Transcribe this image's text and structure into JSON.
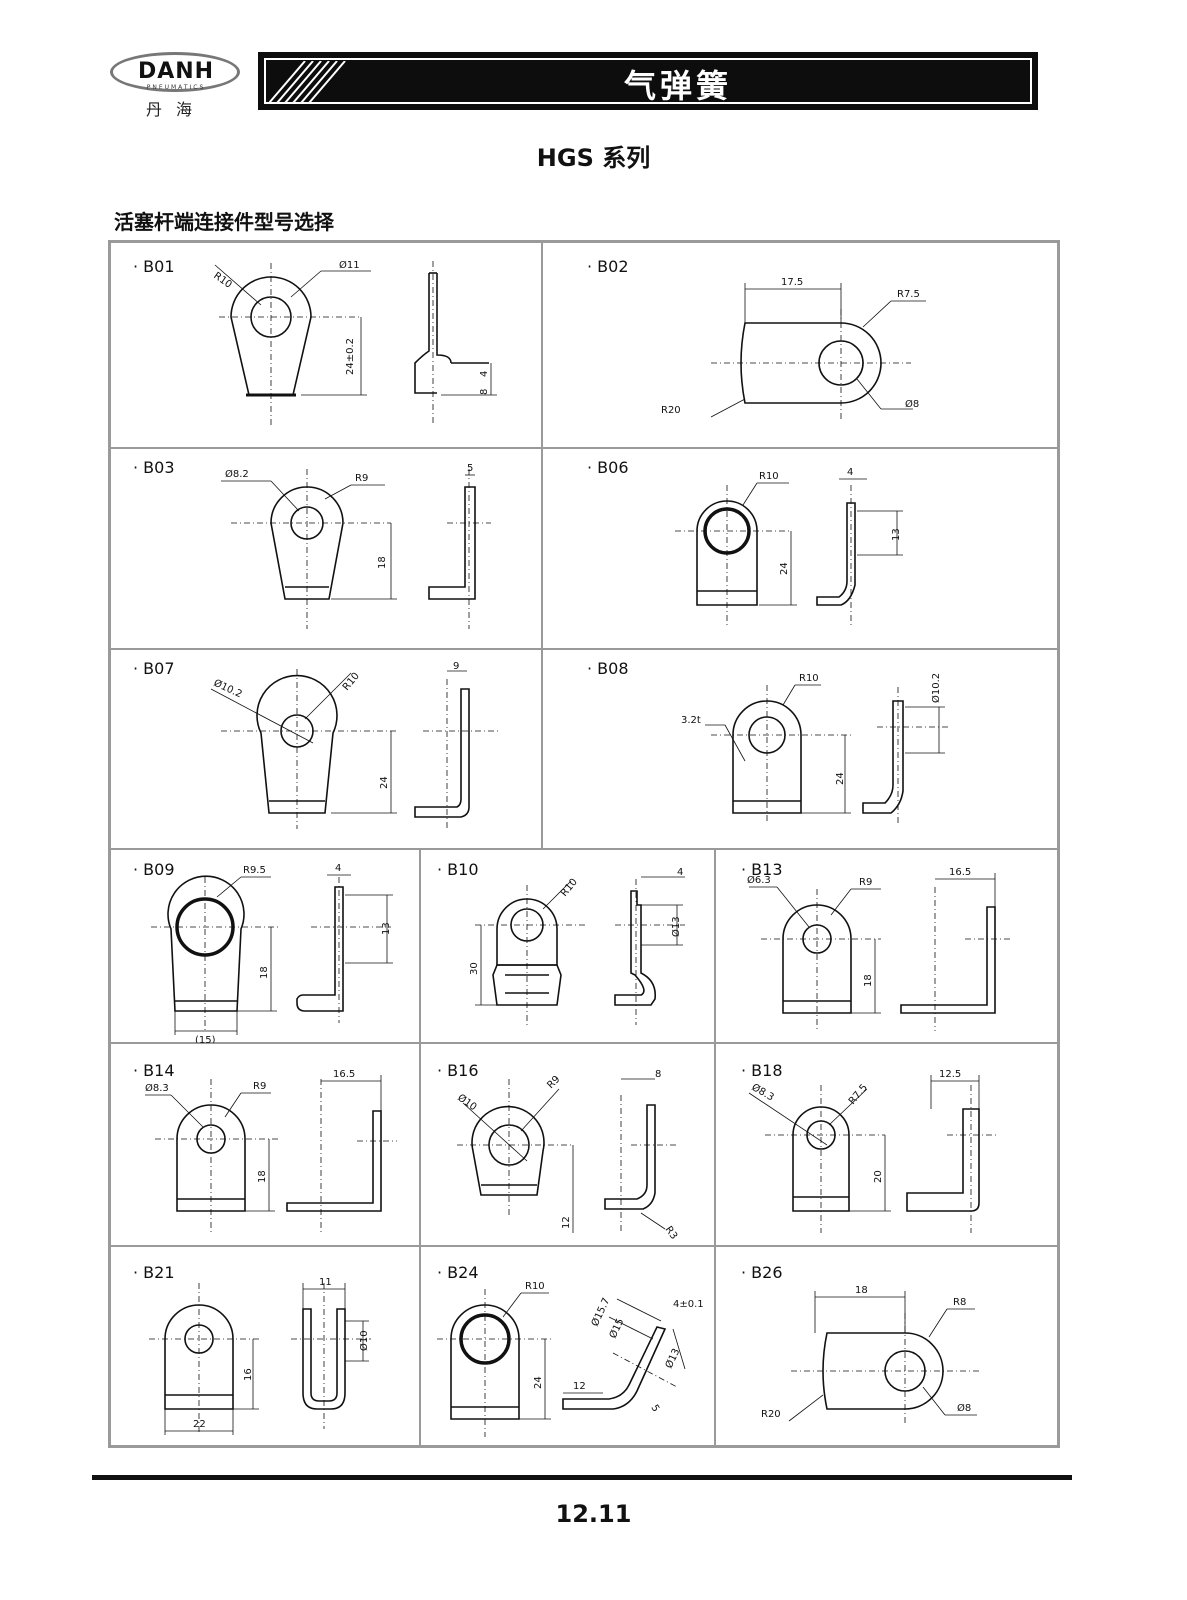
{
  "logo": {
    "mark": "DANH",
    "sub": "PNEUMATICS",
    "cn": "丹海"
  },
  "banner": {
    "title": "气弹簧"
  },
  "series": "HGS 系列",
  "section_title": "活塞杆端连接件型号选择",
  "parts": {
    "B01": {
      "label": "· B01",
      "dims": [
        "R10",
        "Ø11",
        "24±0.2",
        "4",
        "8"
      ]
    },
    "B02": {
      "label": "· B02",
      "dims": [
        "17.5",
        "R7.5",
        "R20",
        "Ø8"
      ]
    },
    "B03": {
      "label": "· B03",
      "dims": [
        "Ø8.2",
        "R9",
        "5",
        "18"
      ]
    },
    "B06": {
      "label": "· B06",
      "dims": [
        "R10",
        "4",
        "13",
        "24"
      ]
    },
    "B07": {
      "label": "· B07",
      "dims": [
        "Ø10.2",
        "R10",
        "9",
        "24"
      ]
    },
    "B08": {
      "label": "· B08",
      "dims": [
        "R10",
        "3.2t",
        "Ø10.2",
        "24"
      ]
    },
    "B09": {
      "label": "· B09",
      "dims": [
        "R9.5",
        "4",
        "13",
        "18",
        "(15)"
      ]
    },
    "B10": {
      "label": "· B10",
      "dims": [
        "R10",
        "4",
        "Ø13",
        "30"
      ]
    },
    "B13": {
      "label": "· B13",
      "dims": [
        "Ø6.3",
        "R9",
        "16.5",
        "18"
      ]
    },
    "B14": {
      "label": "· B14",
      "dims": [
        "Ø8.3",
        "R9",
        "16.5",
        "18"
      ]
    },
    "B16": {
      "label": "· B16",
      "dims": [
        "Ø10",
        "R9",
        "8",
        "12",
        "R3"
      ]
    },
    "B18": {
      "label": "· B18",
      "dims": [
        "Ø8.3",
        "R7.5",
        "12.5",
        "20"
      ]
    },
    "B21": {
      "label": "· B21",
      "dims": [
        "11",
        "Ø10",
        "16",
        "22"
      ]
    },
    "B24": {
      "label": "· B24",
      "dims": [
        "R10",
        "Ø15.7",
        "Ø15",
        "4±0.1",
        "Ø13",
        "12",
        "5",
        "24"
      ]
    },
    "B26": {
      "label": "· B26",
      "dims": [
        "18",
        "R8",
        "R20",
        "Ø8"
      ]
    }
  },
  "page_number": "12.11"
}
